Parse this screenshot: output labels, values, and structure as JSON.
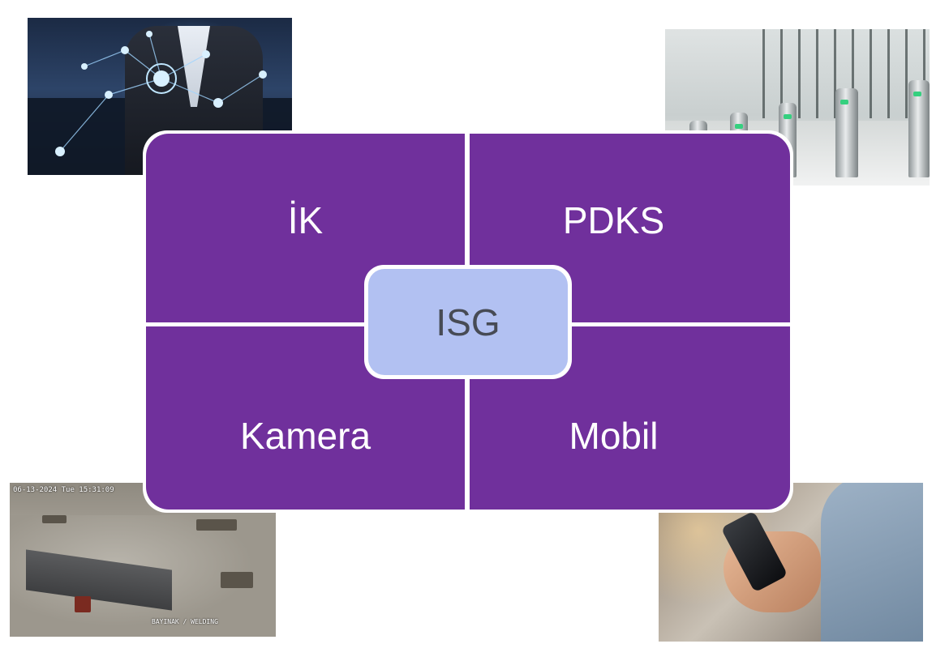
{
  "diagram": {
    "quadrants": {
      "top_left": "İK",
      "top_right": "PDKS",
      "bottom_left": "Kamera",
      "bottom_right": "Mobil"
    },
    "center": "ISG"
  },
  "camera_overlay": {
    "timestamp": "06-13-2024 Tue 15:31:09",
    "channel": "BAYINAK / WELDING"
  },
  "colors": {
    "quadrant_fill": "#70309c",
    "center_fill": "#b2c1f2",
    "center_text": "#474b55",
    "quadrant_text": "#ffffff",
    "divider": "#ffffff"
  },
  "images": {
    "top_left": "hr-network-businessman-photo",
    "top_right": "turnstile-gates-photo",
    "bottom_left": "construction-site-cctv-photo",
    "bottom_right": "hand-holding-smartphone-photo"
  }
}
